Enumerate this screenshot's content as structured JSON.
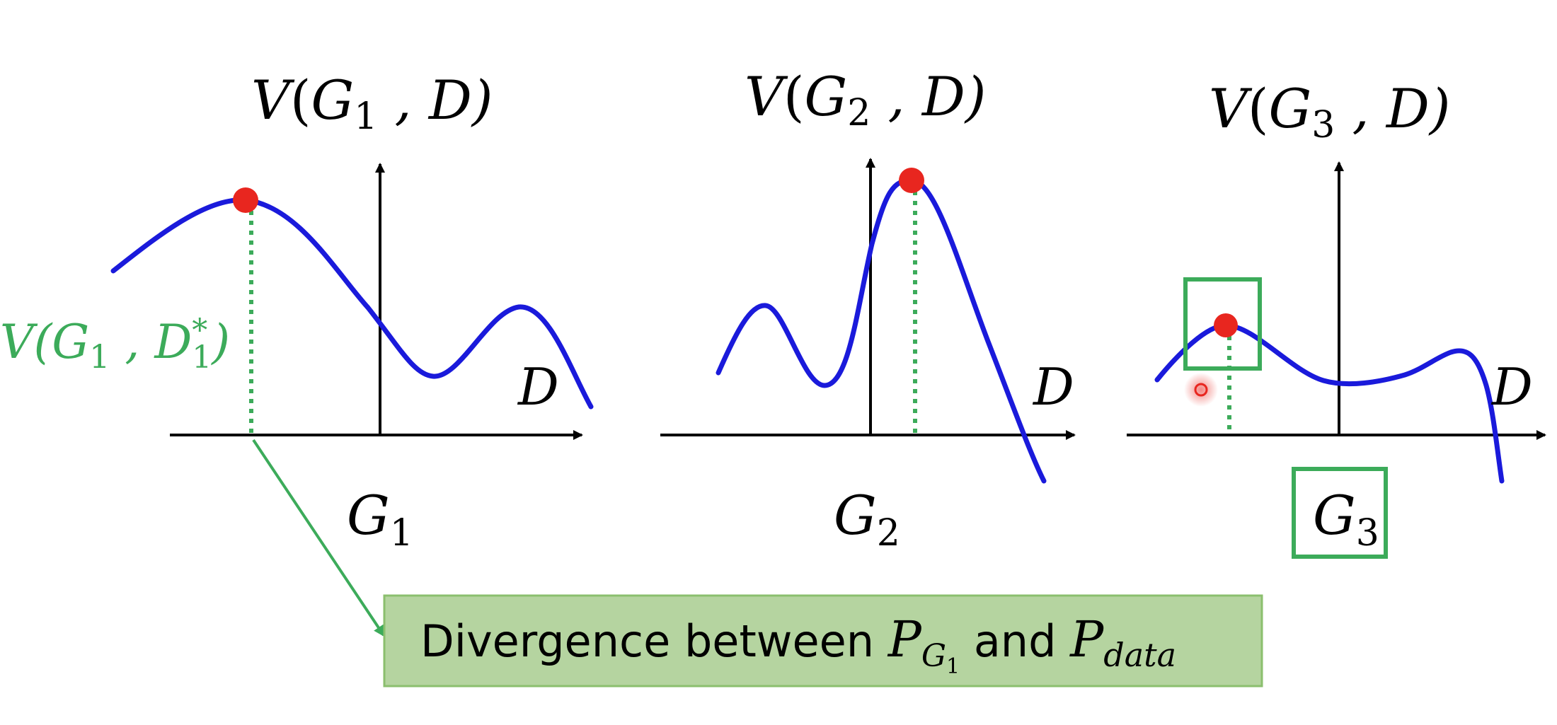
{
  "panels": [
    {
      "id": "g1",
      "title": {
        "base": "V",
        "open": "(",
        "g": "G",
        "sub": "1",
        "rest": " , D)"
      },
      "axis_label": "D",
      "generator_label": {
        "base": "G",
        "sub": "1"
      }
    },
    {
      "id": "g2",
      "title": {
        "base": "V",
        "open": "(",
        "g": "G",
        "sub": "2",
        "rest": " , D)"
      },
      "axis_label": "D",
      "generator_label": {
        "base": "G",
        "sub": "2"
      }
    },
    {
      "id": "g3",
      "title": {
        "base": "V",
        "open": "(",
        "g": "G",
        "sub": "3",
        "rest": " , D)"
      },
      "axis_label": "D",
      "generator_label": {
        "base": "G",
        "sub": "3"
      }
    }
  ],
  "max_value_label": {
    "prefix": "V(G",
    "sub": "1",
    "mid": " , D",
    "sup": "*",
    "sub2": "1",
    "close": ")"
  },
  "divergence_box": {
    "text_before": "Divergence between ",
    "p1": "P",
    "p1_sub": "G",
    "p1_sub_sub": "1",
    "text_mid": " and ",
    "p2": "P",
    "p2_sub": "data"
  },
  "colors": {
    "curve": "#1a1adb",
    "max_point": "#e8261f",
    "guide": "#3cab5a",
    "box_fill": "#b5d4a0",
    "box_border": "#8bbf6e",
    "highlight_border": "#3cab5a",
    "axis": "#000000"
  }
}
